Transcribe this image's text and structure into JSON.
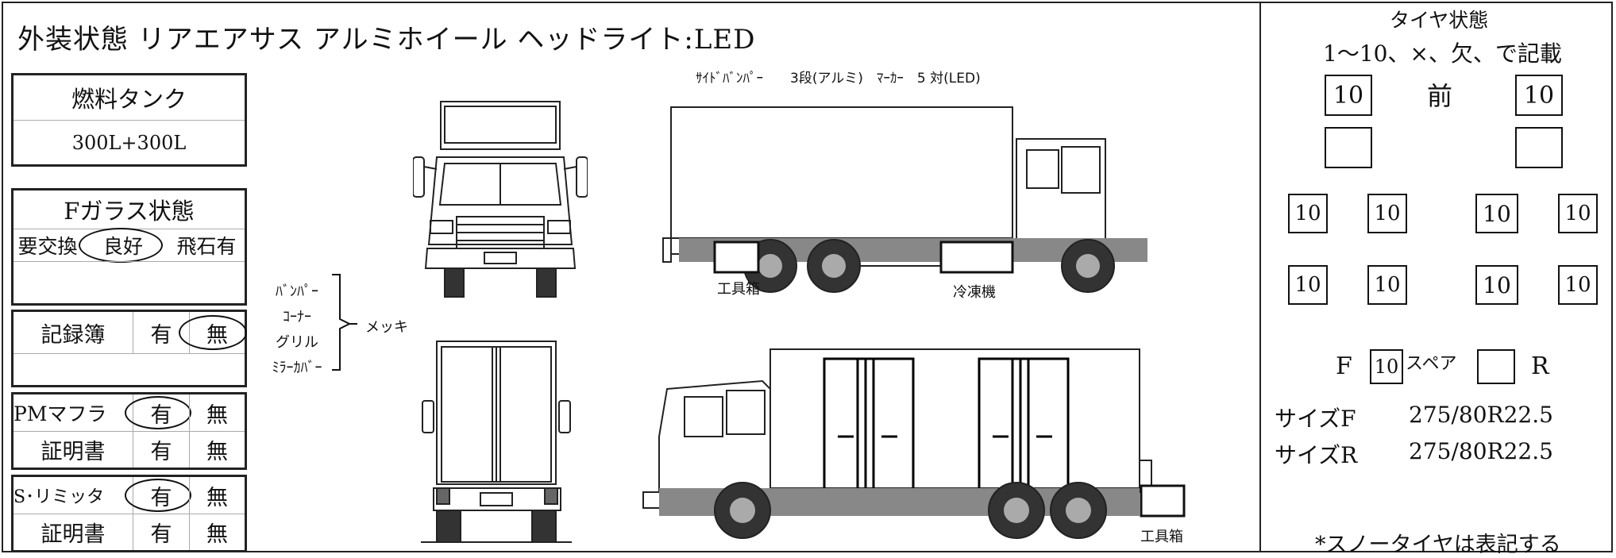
{
  "header": {
    "title": "外装状態 リアエアサス アルミホイール ヘッドライト:LED",
    "spec_line": "ｻｲﾄﾞﾊﾞﾝﾊﾟｰ　　3段(アルミ)　ﾏｰｶｰ　5 対(LED)"
  },
  "fuel": {
    "label": "燃料タンク",
    "value": "300L+300L"
  },
  "glass": {
    "label": "Fガラス状態",
    "opt1": "要交換",
    "opt2": "良好",
    "opt3": "飛石有"
  },
  "record": {
    "label": "記録簿",
    "opt1": "有",
    "opt2": "無"
  },
  "pm": {
    "label": "PMマフラ",
    "opt1": "有",
    "opt2": "無",
    "cert": "証明書",
    "cert1": "有",
    "cert2": "無"
  },
  "slimit": {
    "label": "S･リミッタ",
    "opt1": "有",
    "opt2": "無",
    "cert": "証明書",
    "cert1": "有",
    "cert2": "無"
  },
  "plating": {
    "items": [
      "ﾊﾞﾝﾊﾟｰ",
      "ｺｰﾅｰ",
      "グリル",
      "ﾐﾗｰｶﾊﾞｰ"
    ],
    "label": "メッキ"
  },
  "truck_labels": {
    "tool_box": "工具箱",
    "freezer": "冷凍機",
    "tool_box2": "工具箱"
  },
  "tire": {
    "title": "タイヤ状態",
    "instruction": "1～10、×、欠、で記載",
    "front_label": "前",
    "front_left": "10",
    "front_right": "10",
    "second_left": "",
    "second_right": "",
    "row3": [
      "10",
      "10",
      "10",
      "10"
    ],
    "row4": [
      "10",
      "10",
      "10",
      "10"
    ],
    "spare_f_label": "F",
    "spare_f": "10",
    "spare_label": "スペア",
    "spare_r": "",
    "spare_r_label": "R",
    "size_f_label": "サイズF",
    "size_f": "275/80R22.5",
    "size_r_label": "サイズR",
    "size_r": "275/80R22.5",
    "note": "*スノータイヤは表記する"
  }
}
